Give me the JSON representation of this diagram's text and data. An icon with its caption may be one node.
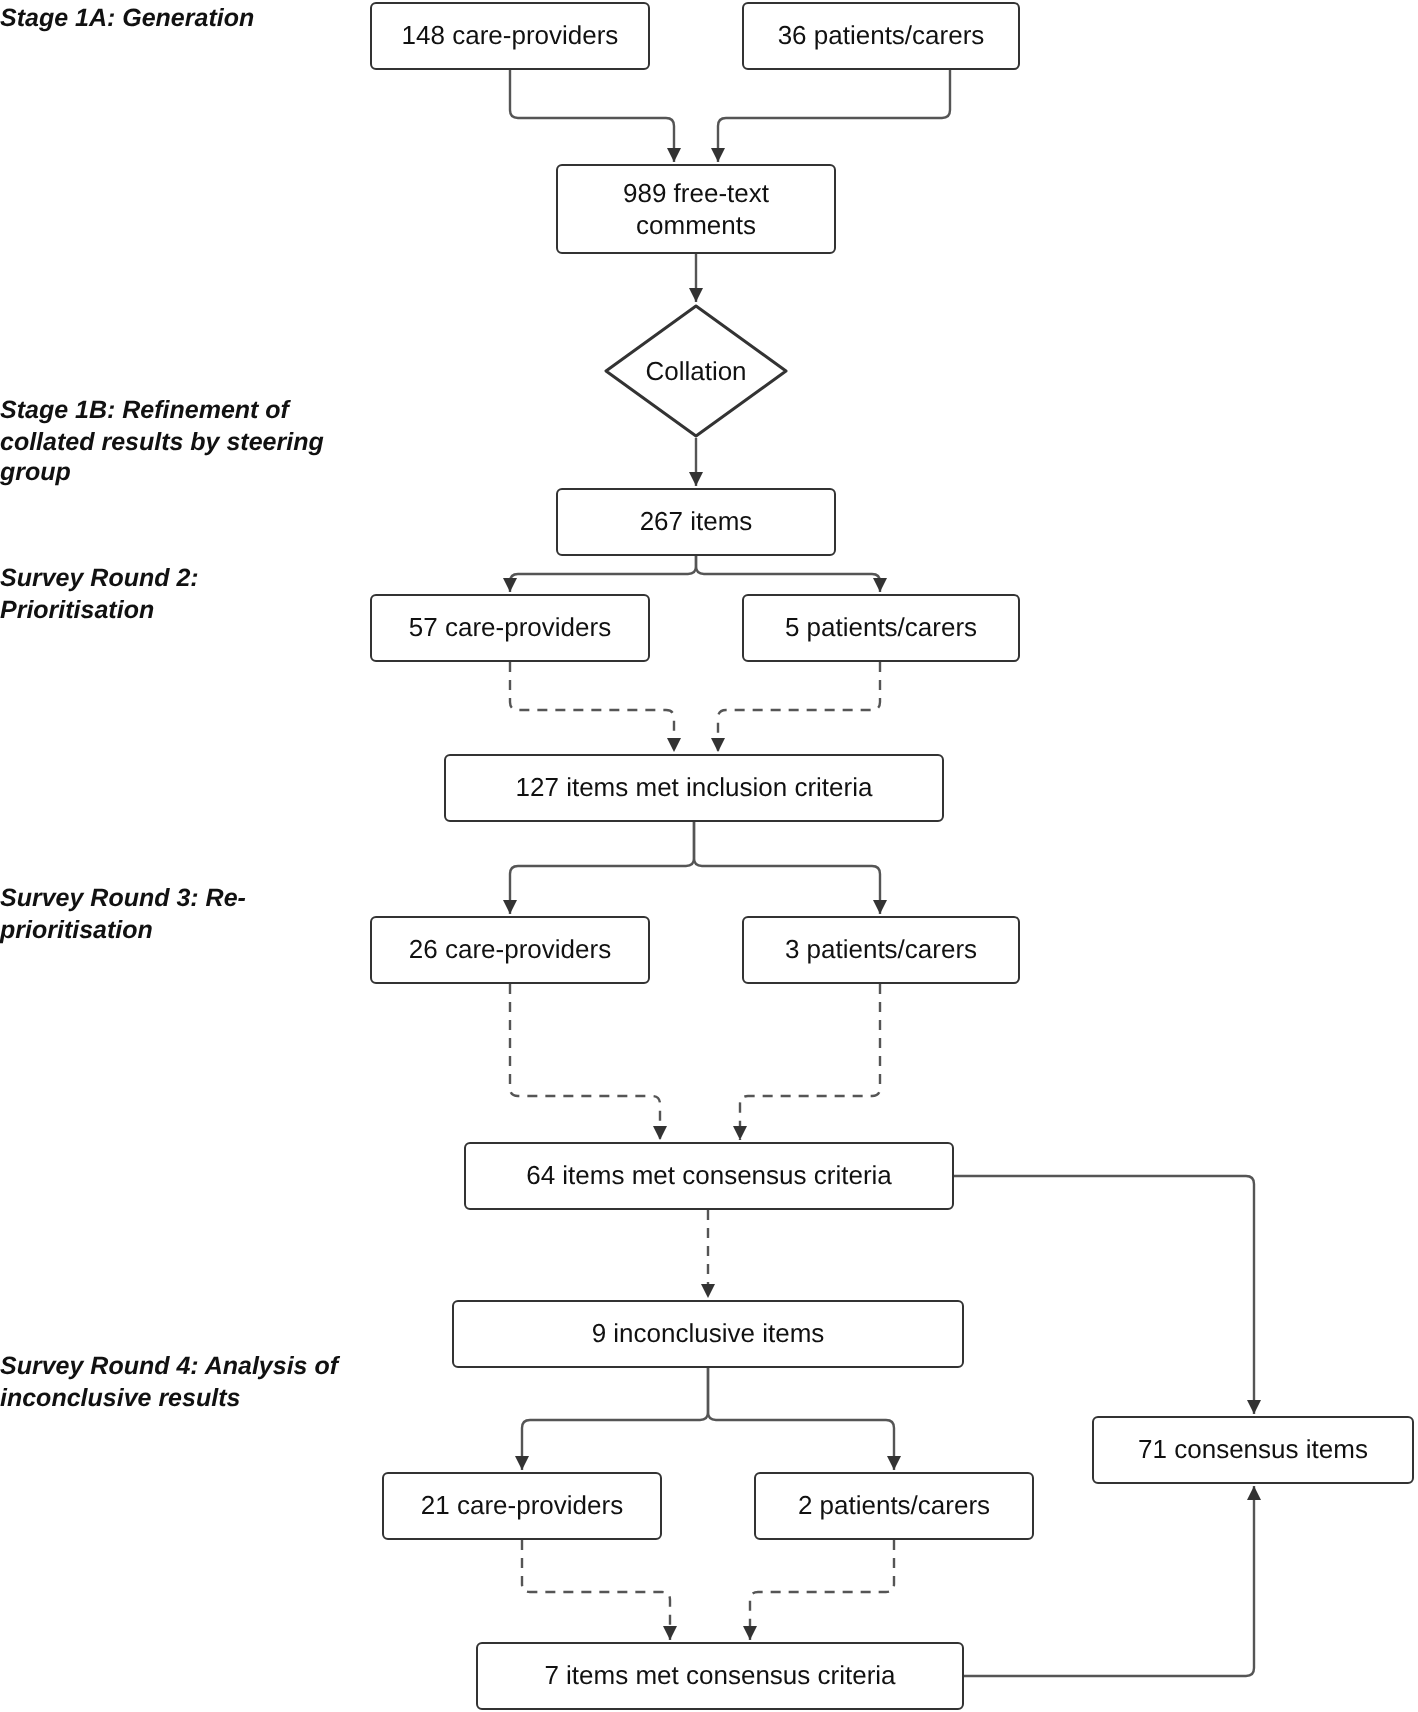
{
  "diagram": {
    "nodes": [
      {
        "text": [
          "148 care-providers"
        ]
      },
      {
        "text": [
          "36 patients/carers"
        ]
      },
      {
        "text": [
          "989 free-text comments"
        ]
      },
      {
        "text": [
          "Collation"
        ]
      },
      {
        "text": [
          "267 items"
        ]
      },
      {
        "text": [
          "57 care-providers"
        ]
      },
      {
        "text": [
          "5 patients/carers"
        ]
      },
      {
        "text": [
          "127 items met inclusion criteria"
        ]
      },
      {
        "text": [
          "26 care-providers"
        ]
      },
      {
        "text": [
          "3 patients/carers"
        ]
      },
      {
        "text": [
          "64 items met consensus criteria"
        ]
      },
      {
        "text": [
          "9 inconclusive items"
        ]
      },
      {
        "text": [
          "71 consensus items"
        ]
      },
      {
        "text": [
          "21 care-providers"
        ]
      },
      {
        "text": [
          "2 patients/carers"
        ]
      },
      {
        "text": [
          "7 items met consensus criteria"
        ]
      }
    ],
    "edges": [
      {
        "from": 0,
        "to": 2,
        "arrow": "to"
      },
      {
        "from": 1,
        "to": 2,
        "arrow": "to"
      },
      {
        "from": 2,
        "to": 3,
        "arrow": "to"
      },
      {
        "from": 3,
        "to": 4,
        "arrow": "to"
      },
      {
        "from": 4,
        "to": 5,
        "arrow": "to"
      },
      {
        "from": 4,
        "to": 6,
        "arrow": "to"
      },
      {
        "from": 5,
        "to": 7,
        "arrow": "to",
        "style": "dashed"
      },
      {
        "from": 6,
        "to": 7,
        "arrow": "to",
        "style": "dashed"
      },
      {
        "from": 7,
        "to": 8,
        "arrow": "to"
      },
      {
        "from": 7,
        "to": 9,
        "arrow": "to"
      },
      {
        "from": 8,
        "to": 10,
        "arrow": "to",
        "style": "dashed"
      },
      {
        "from": 9,
        "to": 10,
        "arrow": "to",
        "style": "dashed"
      },
      {
        "from": 10,
        "to": 12,
        "arrow": "to"
      },
      {
        "from": 10,
        "to": 11,
        "arrow": "to",
        "style": "dashed"
      },
      {
        "from": 11,
        "to": 13,
        "arrow": "to"
      },
      {
        "from": 11,
        "to": 14,
        "arrow": "to"
      },
      {
        "from": 13,
        "to": 15,
        "arrow": "to",
        "style": "dashed"
      },
      {
        "from": 14,
        "to": 15,
        "arrow": "to",
        "style": "dashed"
      },
      {
        "from": 15,
        "to": 12,
        "arrow": "to"
      }
    ],
    "labels": [
      "Stage 1A: Generation",
      "Stage 1B: Refinement of collated results by steering group",
      "Survey Round 2: Prioritisation",
      "Survey Round 3: Re-prioritisation",
      "Survey Round 4: Analysis of inconclusive results"
    ]
  }
}
